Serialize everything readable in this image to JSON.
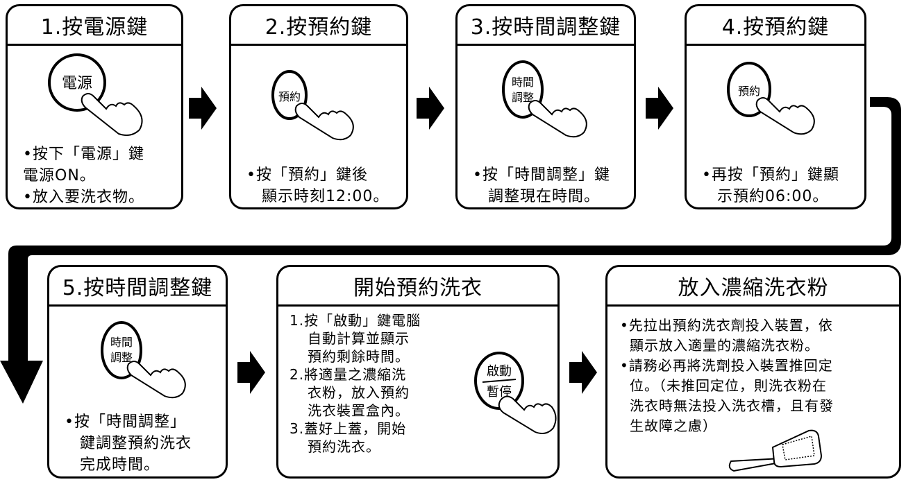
{
  "steps": [
    {
      "title": "1.按電源鍵",
      "button": [
        "電源"
      ],
      "lines": [
        "•按下「電源」鍵",
        "電源ON。",
        "•放入要洗衣物。"
      ]
    },
    {
      "title": "2.按預約鍵",
      "button": [
        "預約"
      ],
      "lines": [
        "•按「預約」鍵後",
        "顯示時刻12:00。"
      ]
    },
    {
      "title": "3.按時間調整鍵",
      "button": [
        "時間",
        "調整"
      ],
      "lines": [
        "•按「時間調整」鍵",
        "調整現在時間。"
      ]
    },
    {
      "title": "4.按預約鍵",
      "button": [
        "預約"
      ],
      "lines": [
        "•再按「預約」鍵顯",
        "示預約06:00。"
      ]
    },
    {
      "title": "5.按時間調整鍵",
      "button": [
        "時間",
        "調整"
      ],
      "lines": [
        "•按「時間調整」",
        "鍵調整預約洗衣",
        "完成時間。"
      ]
    }
  ],
  "start": {
    "title": "開始預約洗衣",
    "button": [
      "啟動",
      "暫停"
    ],
    "items": [
      {
        "num": "1.",
        "lines": [
          "按「啟動」鍵電腦",
          "自動計算並顯示",
          "預約剩餘時間。"
        ]
      },
      {
        "num": "2.",
        "lines": [
          "將適量之濃縮洗",
          "衣粉，放入預約",
          "洗衣裝置盒內。"
        ]
      },
      {
        "num": "3.",
        "lines": [
          "蓋好上蓋，開始",
          "預約洗衣。"
        ]
      }
    ]
  },
  "powder": {
    "title": "放入濃縮洗衣粉",
    "lines": [
      "•先拉出預約洗衣劑投入裝置，依",
      "顯示放入適量的濃縮洗衣粉。",
      "•請務必再將洗劑投入裝置推回定",
      "位。（未推回定位，則洗衣粉在",
      "洗衣時無法投入洗衣槽，且有發",
      "生故障之慮）"
    ]
  }
}
